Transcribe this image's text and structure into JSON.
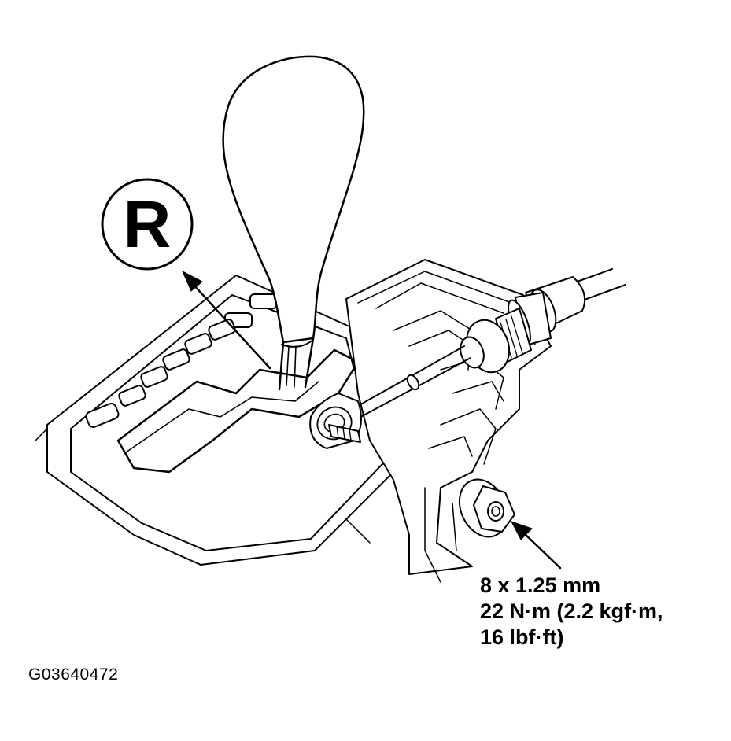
{
  "callout": {
    "position_letter": "R"
  },
  "fastener": {
    "size": "8 x 1.25 mm",
    "torque_line1": "22 N·m (2.2 kgf·m,",
    "torque_line2": "16 lbf·ft)"
  },
  "figure_id": "G03640472"
}
